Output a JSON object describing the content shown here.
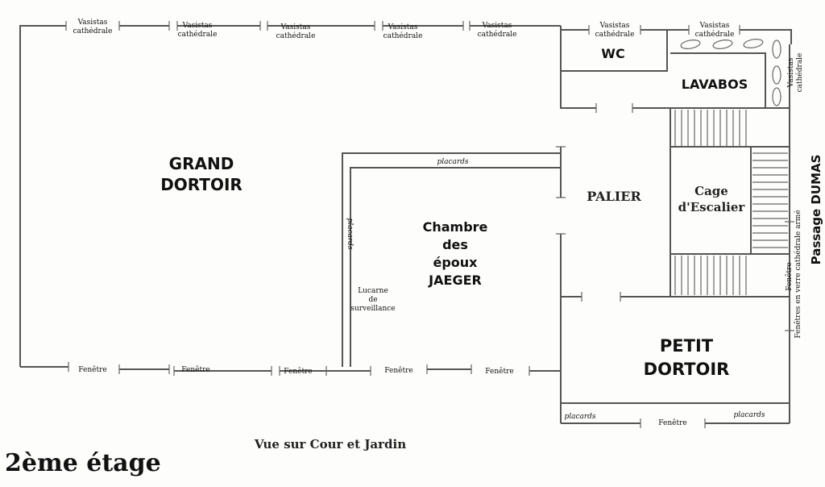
{
  "title": "2ème étage",
  "view_label": "Vue sur Cour et Jardin",
  "rooms": {
    "grand_dortoir": [
      "GRAND",
      "DORTOIR"
    ],
    "chambre": [
      "Chambre",
      "des",
      "époux",
      "JAEGER"
    ],
    "palier": "PALIER",
    "cage": [
      "Cage",
      "d'Escalier"
    ],
    "wc": "WC",
    "lavabos": "LAVABOS",
    "petit_dortoir": [
      "PETIT",
      "DORTOIR"
    ]
  },
  "labels": {
    "vasistas": [
      "Vasistas",
      "cathédrale"
    ],
    "fenetre": "Fenêtre",
    "placards": "placards",
    "lucarne": [
      "Lucarne",
      "de",
      "surveillance"
    ],
    "fenetres_verre": "Fenêtres en verre cathédrale armé",
    "passage": "Passage DUMAS"
  }
}
